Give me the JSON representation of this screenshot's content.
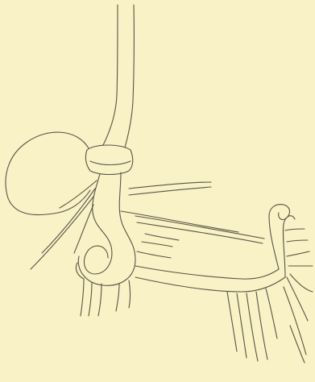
{
  "figure": {
    "background_color": "#f8f2c6",
    "line_color": "#5a5446",
    "parts": [
      "tube",
      "left-sac",
      "collar",
      "coiled-loop",
      "lateral-arm",
      "terminal-crook",
      "branches"
    ]
  }
}
